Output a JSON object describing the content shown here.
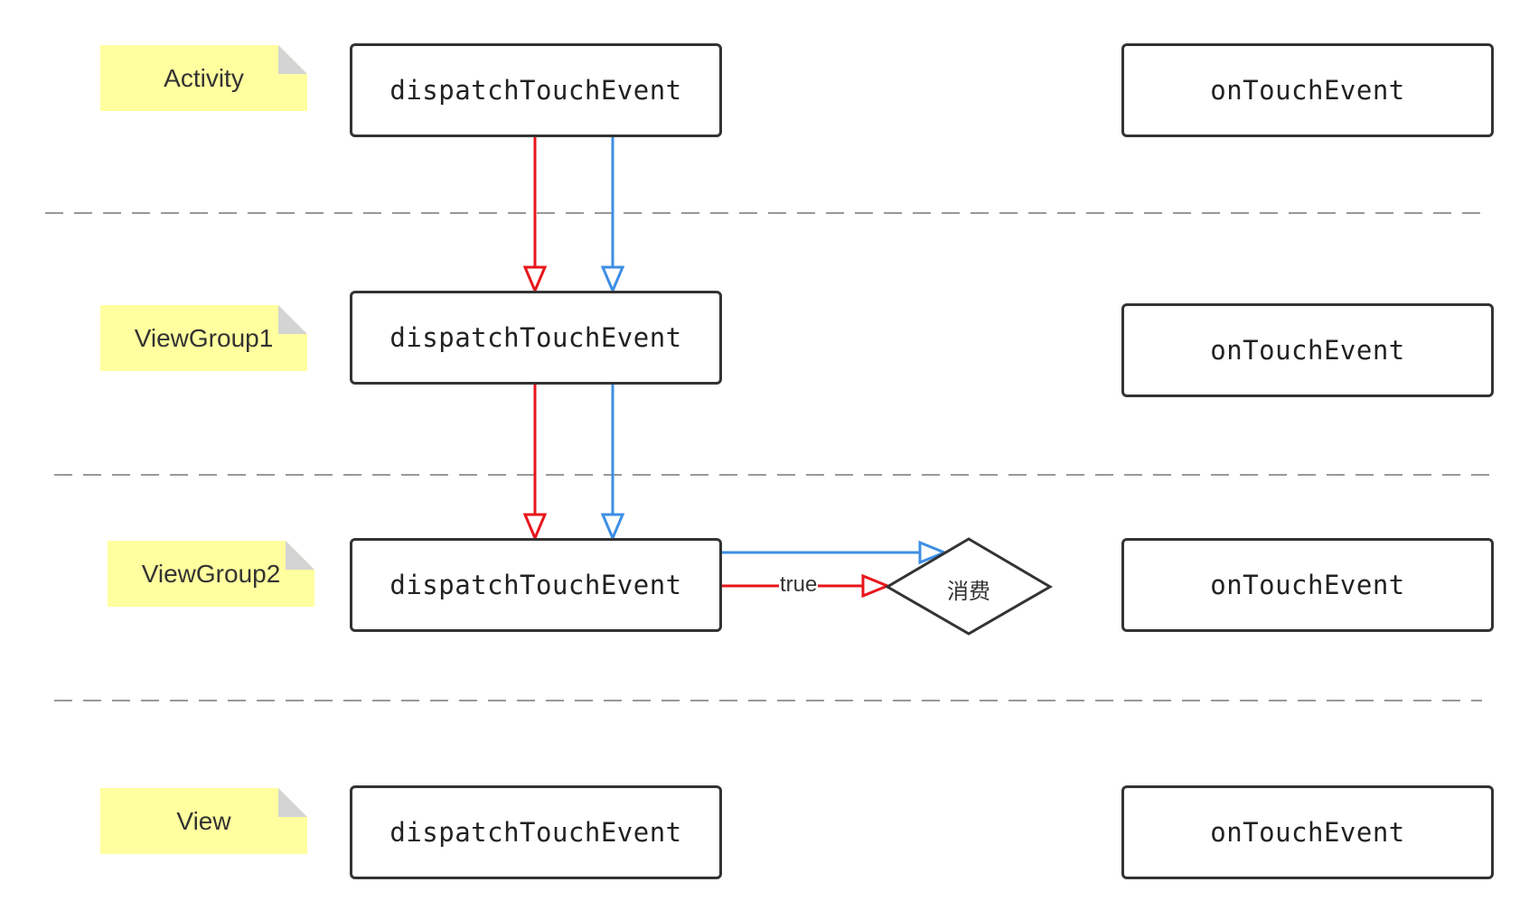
{
  "lanes": [
    {
      "label": "Activity",
      "dispatch": "dispatchTouchEvent",
      "onTouch": "onTouchEvent"
    },
    {
      "label": "ViewGroup1",
      "dispatch": "dispatchTouchEvent",
      "onTouch": "onTouchEvent"
    },
    {
      "label": "ViewGroup2",
      "dispatch": "dispatchTouchEvent",
      "onTouch": "onTouchEvent"
    },
    {
      "label": "View",
      "dispatch": "dispatchTouchEvent",
      "onTouch": "onTouchEvent"
    }
  ],
  "decision": {
    "label": "消费"
  },
  "edges": {
    "true_label": "true"
  },
  "colors": {
    "red_flow": "#e8161b",
    "blue_flow": "#3d8fe3",
    "note_bg": "#ffff9f",
    "border": "#333333",
    "divider": "#777777"
  }
}
